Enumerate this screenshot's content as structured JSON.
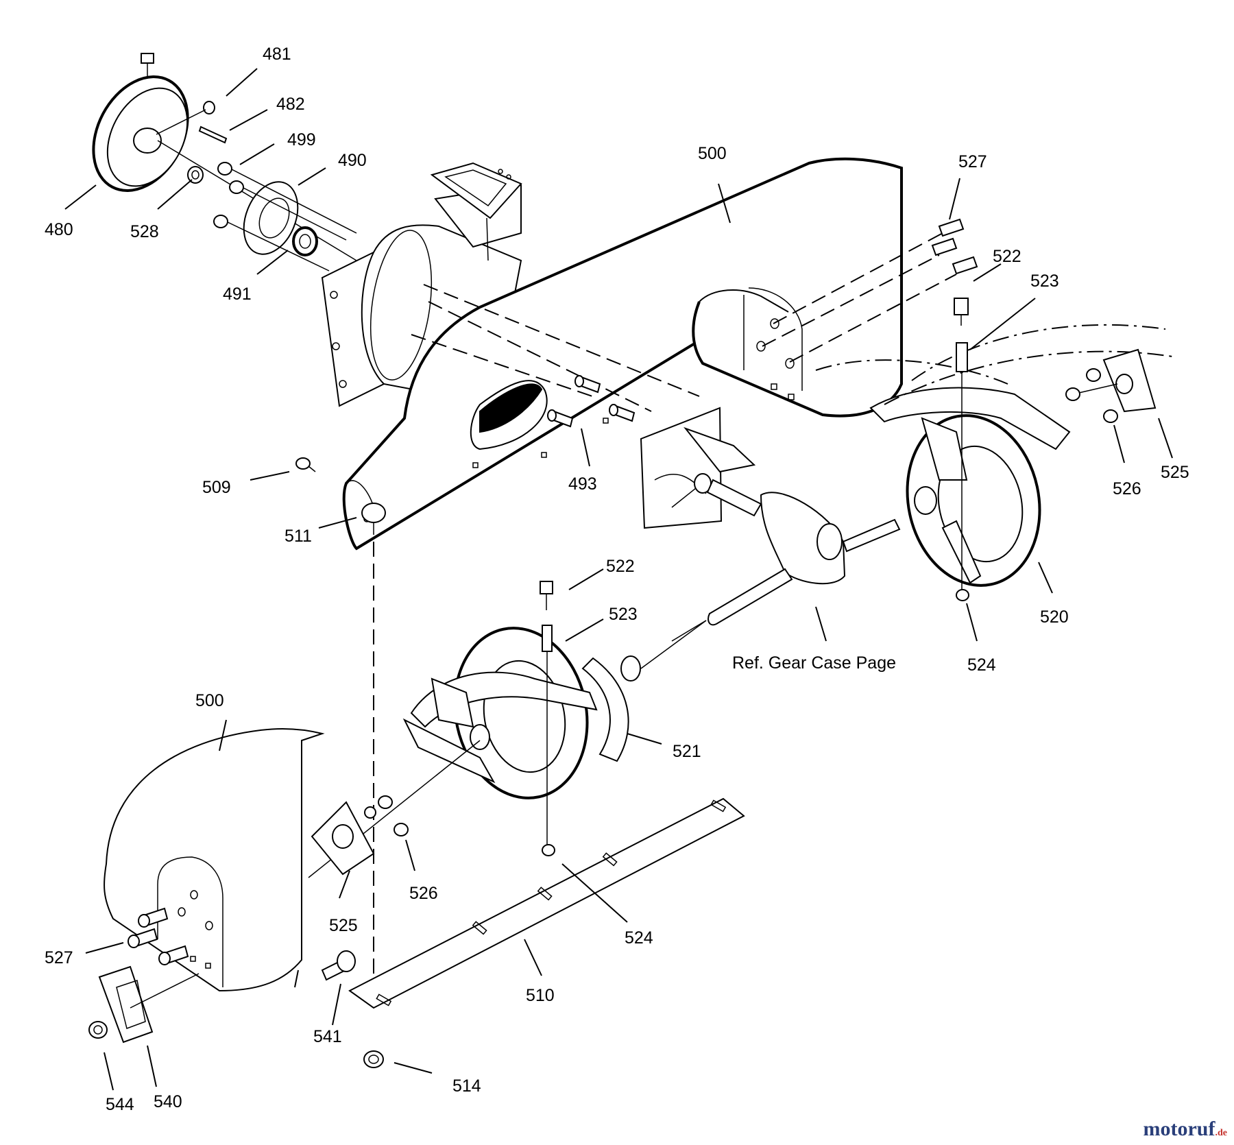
{
  "labels": {
    "p480": "480",
    "p481": "481",
    "p482": "482",
    "p499": "499",
    "p490": "490",
    "p528": "528",
    "p491": "491",
    "p500_top": "500",
    "p527_top": "527",
    "p522_top": "522",
    "p523_top": "523",
    "p509": "509",
    "p493": "493",
    "p511": "511",
    "p526_top": "526",
    "p525_top": "525",
    "p520": "520",
    "p524_top": "524",
    "p522_mid": "522",
    "p523_mid": "523",
    "p521": "521",
    "p500_bot": "500",
    "p526_bot": "526",
    "p525_bot": "525",
    "p524_bot": "524",
    "p527_bot": "527",
    "p510": "510",
    "p541": "541",
    "p514": "514",
    "p544": "544",
    "p540": "540"
  },
  "note": "Ref. Gear Case Page",
  "watermark": {
    "name": "motoruf",
    "tld": ".de",
    "color": "#2a3f7a"
  }
}
